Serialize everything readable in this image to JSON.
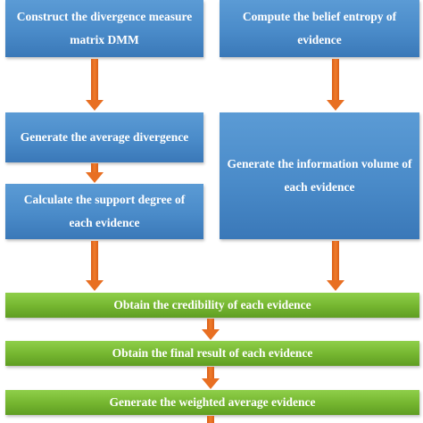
{
  "nodes": {
    "divergence_matrix": "Construct the divergence measure matrix DMM",
    "belief_entropy": "Compute the belief entropy of evidence",
    "average_divergence": "Generate the average divergence",
    "support_degree": "Calculate the support degree of each evidence",
    "information_volume": "Generate the information volume of each evidence",
    "credibility": "Obtain the credibility of each evidence",
    "final_result": "Obtain the final result of each evidence",
    "weighted_average": "Generate the weighted average evidence"
  },
  "colors": {
    "process_box": "#4a8bc9",
    "result_box": "#74b52f",
    "arrow": "#e86f22",
    "text": "#ffffff"
  }
}
